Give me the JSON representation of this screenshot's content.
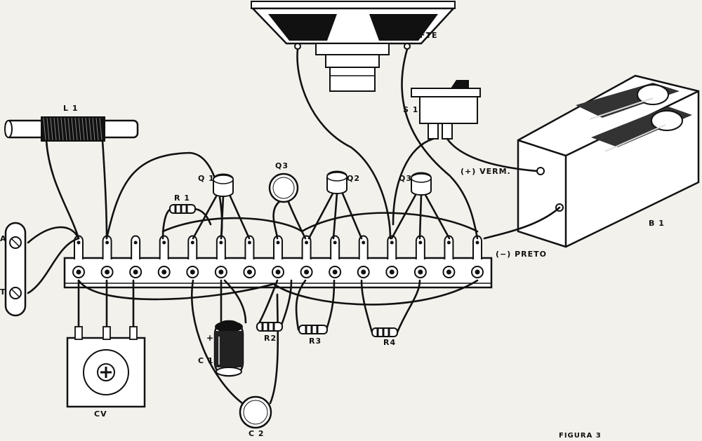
{
  "labels": {
    "L1": "L 1",
    "FTE": "FTE",
    "S1": "S 1",
    "Q1": "Q 1",
    "Q3a": "Q3",
    "Q2": "Q2",
    "Q3b": "Q3",
    "R1": "R 1",
    "R2": "R2",
    "R3": "R3",
    "R4": "R4",
    "C1": "C 1",
    "C2": "C 2",
    "CV": "CV",
    "B1": "B 1",
    "A": "A",
    "T": "T",
    "verm": "(+) VERM.",
    "preto": "(−) PRETO",
    "figura": "FIGURA 3"
  },
  "colors": {
    "ink": "#111111",
    "paper": "#f2f1ec"
  },
  "terminal_strip": {
    "lug_count": 15
  }
}
